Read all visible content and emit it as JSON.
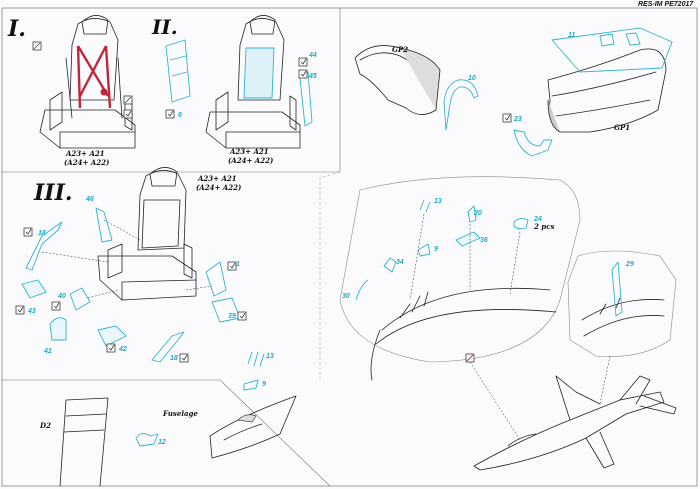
{
  "header": {
    "code": "RES-IM PE72017"
  },
  "steps": {
    "one": "I.",
    "two": "II.",
    "three": "III."
  },
  "seat_notes": {
    "i_a": "A23+ A21",
    "i_b": "(A24+ A22)",
    "ii_a": "A23+ A21",
    "ii_b": "(A24+ A22)",
    "iii_a": "A23+ A21",
    "iii_b": "(A24+ A22)"
  },
  "labels": {
    "gp1": "GP1",
    "gp2": "GP2",
    "d2": "D2",
    "fuselage": "Fuselage",
    "pcs": "2 pcs"
  },
  "parts": {
    "p6": "6",
    "p44": "44",
    "p45": "45",
    "p10": "10",
    "p11": "11",
    "p23": "23",
    "p46": "46",
    "p18a": "18",
    "p43": "43",
    "p40": "40",
    "p41": "41",
    "p42": "42",
    "p18b": "18",
    "p1": "1",
    "p39": "39",
    "p13a": "13",
    "p9a": "9",
    "p12": "12",
    "p13b": "13",
    "p20": "20",
    "p24": "24",
    "p9b": "9",
    "p36": "36",
    "p34": "34",
    "p30": "30",
    "p29": "29"
  },
  "colors": {
    "photo_etch": "#2fb3cf",
    "belts": "#c0283a",
    "ink": "#222222"
  }
}
